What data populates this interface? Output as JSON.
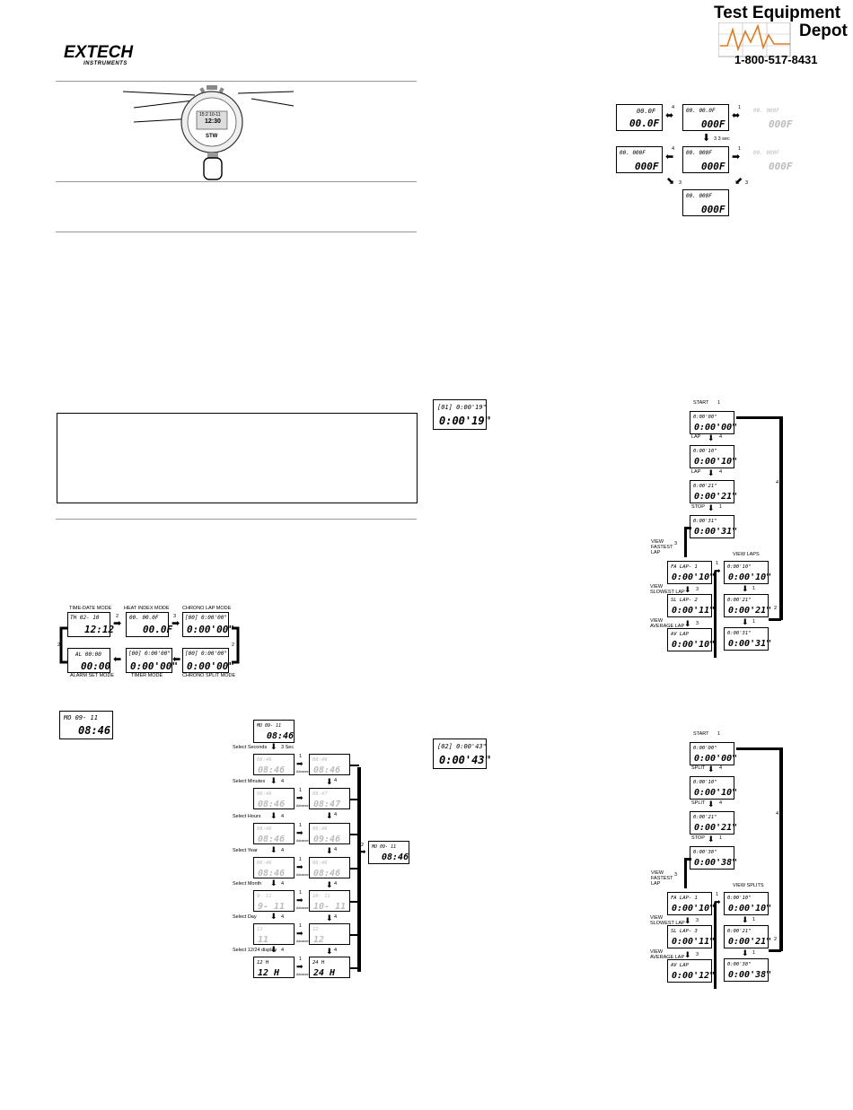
{
  "brand": {
    "name": "EXTECH",
    "sub": "INSTRUMENTS"
  },
  "dealer": {
    "line1": "Test Equipment",
    "line2": "Depot",
    "phone": "1-800-517-8431"
  },
  "watch": {
    "lcd_top": "15:2  10-11",
    "lcd_main": "12:30",
    "model": "STW"
  },
  "mode_cycle": {
    "time_date": "TIME-DATE MODE",
    "heat_index": "HEAT INDEX MODE",
    "chrono_lap": "CHRONO LAP MODE",
    "alarm_set": "ALARM SET MODE",
    "timer": "TIMER MODE",
    "chrono_split": "CHRONO SPLIT MODE",
    "btn2": "2",
    "btn3": "3",
    "lcd_time_date": {
      "top": "TH   02- 10",
      "main": "12:12"
    },
    "lcd_heat": {
      "top": "00.  00.0F",
      "main": "00.0F"
    },
    "lcd_lap": {
      "top": "[00]  0:00'00\"",
      "main": "0:00'00\""
    },
    "lcd_alarm": {
      "top": "AL   00:00",
      "main": "00:00"
    },
    "lcd_timer": {
      "top": "[00]  0:00'00\"",
      "main": "0:00'00\""
    },
    "lcd_split": {
      "top": "[00]  0:00'00\"",
      "main": "0:00'00\""
    }
  },
  "clock_lcd": {
    "top": "MO    09- 11",
    "main": "08:46"
  },
  "setup": {
    "start_lcd": {
      "top": "MO    09- 11",
      "main": "08:46"
    },
    "result_lcd": {
      "top": "MO    09- 11",
      "main": "08:46"
    },
    "labels": [
      "Select Seconds",
      "Select Minutes",
      "Select Hours",
      "Select Year",
      "Select Month",
      "Select Day",
      "Select 12/24 display"
    ],
    "sec_hold": "3 Sec",
    "b4": "4",
    "b1": "1",
    "b2": "2",
    "advance": "Advance",
    "rows": [
      {
        "left": "08:46",
        "right": "08:46"
      },
      {
        "left": "08:46",
        "right": "08:47"
      },
      {
        "left": "08:46",
        "right": "09:46"
      },
      {
        "left": "08:46",
        "right": "08:46"
      },
      {
        "left": "9- 11",
        "right": "10- 11"
      },
      {
        "left": "11",
        "right": "12"
      },
      {
        "left": "12 H",
        "right": "24 H"
      }
    ]
  },
  "heat_flow": {
    "n4": "4",
    "n1": "1",
    "n3": "3",
    "n3sec": "3  3 sec",
    "lcd_a": {
      "top": "00.0F",
      "main": "00.0F"
    },
    "lcd_b": {
      "top": "00.  00.0F",
      "main": "000F"
    },
    "lcd_c": {
      "top": "00.  000F",
      "main": "000F"
    }
  },
  "lap_section": {
    "sample": {
      "top": "[01]  0:00'19\"",
      "main": "0:00'19\""
    },
    "start": "START",
    "lap": "LAP",
    "stop": "STOP",
    "view_fastest": "VIEW FASTEST LAP",
    "view_slowest": "VIEW SLOWEST LAP",
    "view_average": "VIEW AVERAGE LAP",
    "view_laps": "VIEW LAPS",
    "n1": "1",
    "n2": "2",
    "n3": "3",
    "n4": "4",
    "seq": [
      "0:00'00\"",
      "0:00'10\"",
      "0:00'21\"",
      "0:00'31\""
    ],
    "fast": {
      "top": "FA  LAP-  1",
      "main": "0:00'10\""
    },
    "slow": {
      "top": "SL  LAP-  2",
      "main": "0:00'11\""
    },
    "avg": {
      "top": "AV  LAP",
      "main": "0:00'10\""
    },
    "view": [
      "0:00'10\"",
      "0:00'21\"",
      "0:00'31\""
    ]
  },
  "split_section": {
    "sample": {
      "top": "[02]  0:00'43\"",
      "main": "0:00'43\""
    },
    "start": "START",
    "split": "SPLIT",
    "stop": "STOP",
    "view_fastest": "VIEW FASTEST LAP",
    "view_slowest": "VIEW SLOWEST LAP",
    "view_average": "VIEW AVERAGE LAP",
    "view_splits": "VIEW SPLITS",
    "n1": "1",
    "n2": "2",
    "n3": "3",
    "n4": "4",
    "seq": [
      "0:00'00\"",
      "0:00'10\"",
      "0:00'21\"",
      "0:00'38\""
    ],
    "fast": {
      "top": "FA  LAP-  1",
      "main": "0:00'10\""
    },
    "slow": {
      "top": "SL  LAP-  3",
      "main": "0:00'11\""
    },
    "avg": {
      "top": "AV  LAP",
      "main": "0:00'12\""
    },
    "view": [
      "0:00'10\"",
      "0:00'21\"",
      "0:00'38\""
    ]
  }
}
